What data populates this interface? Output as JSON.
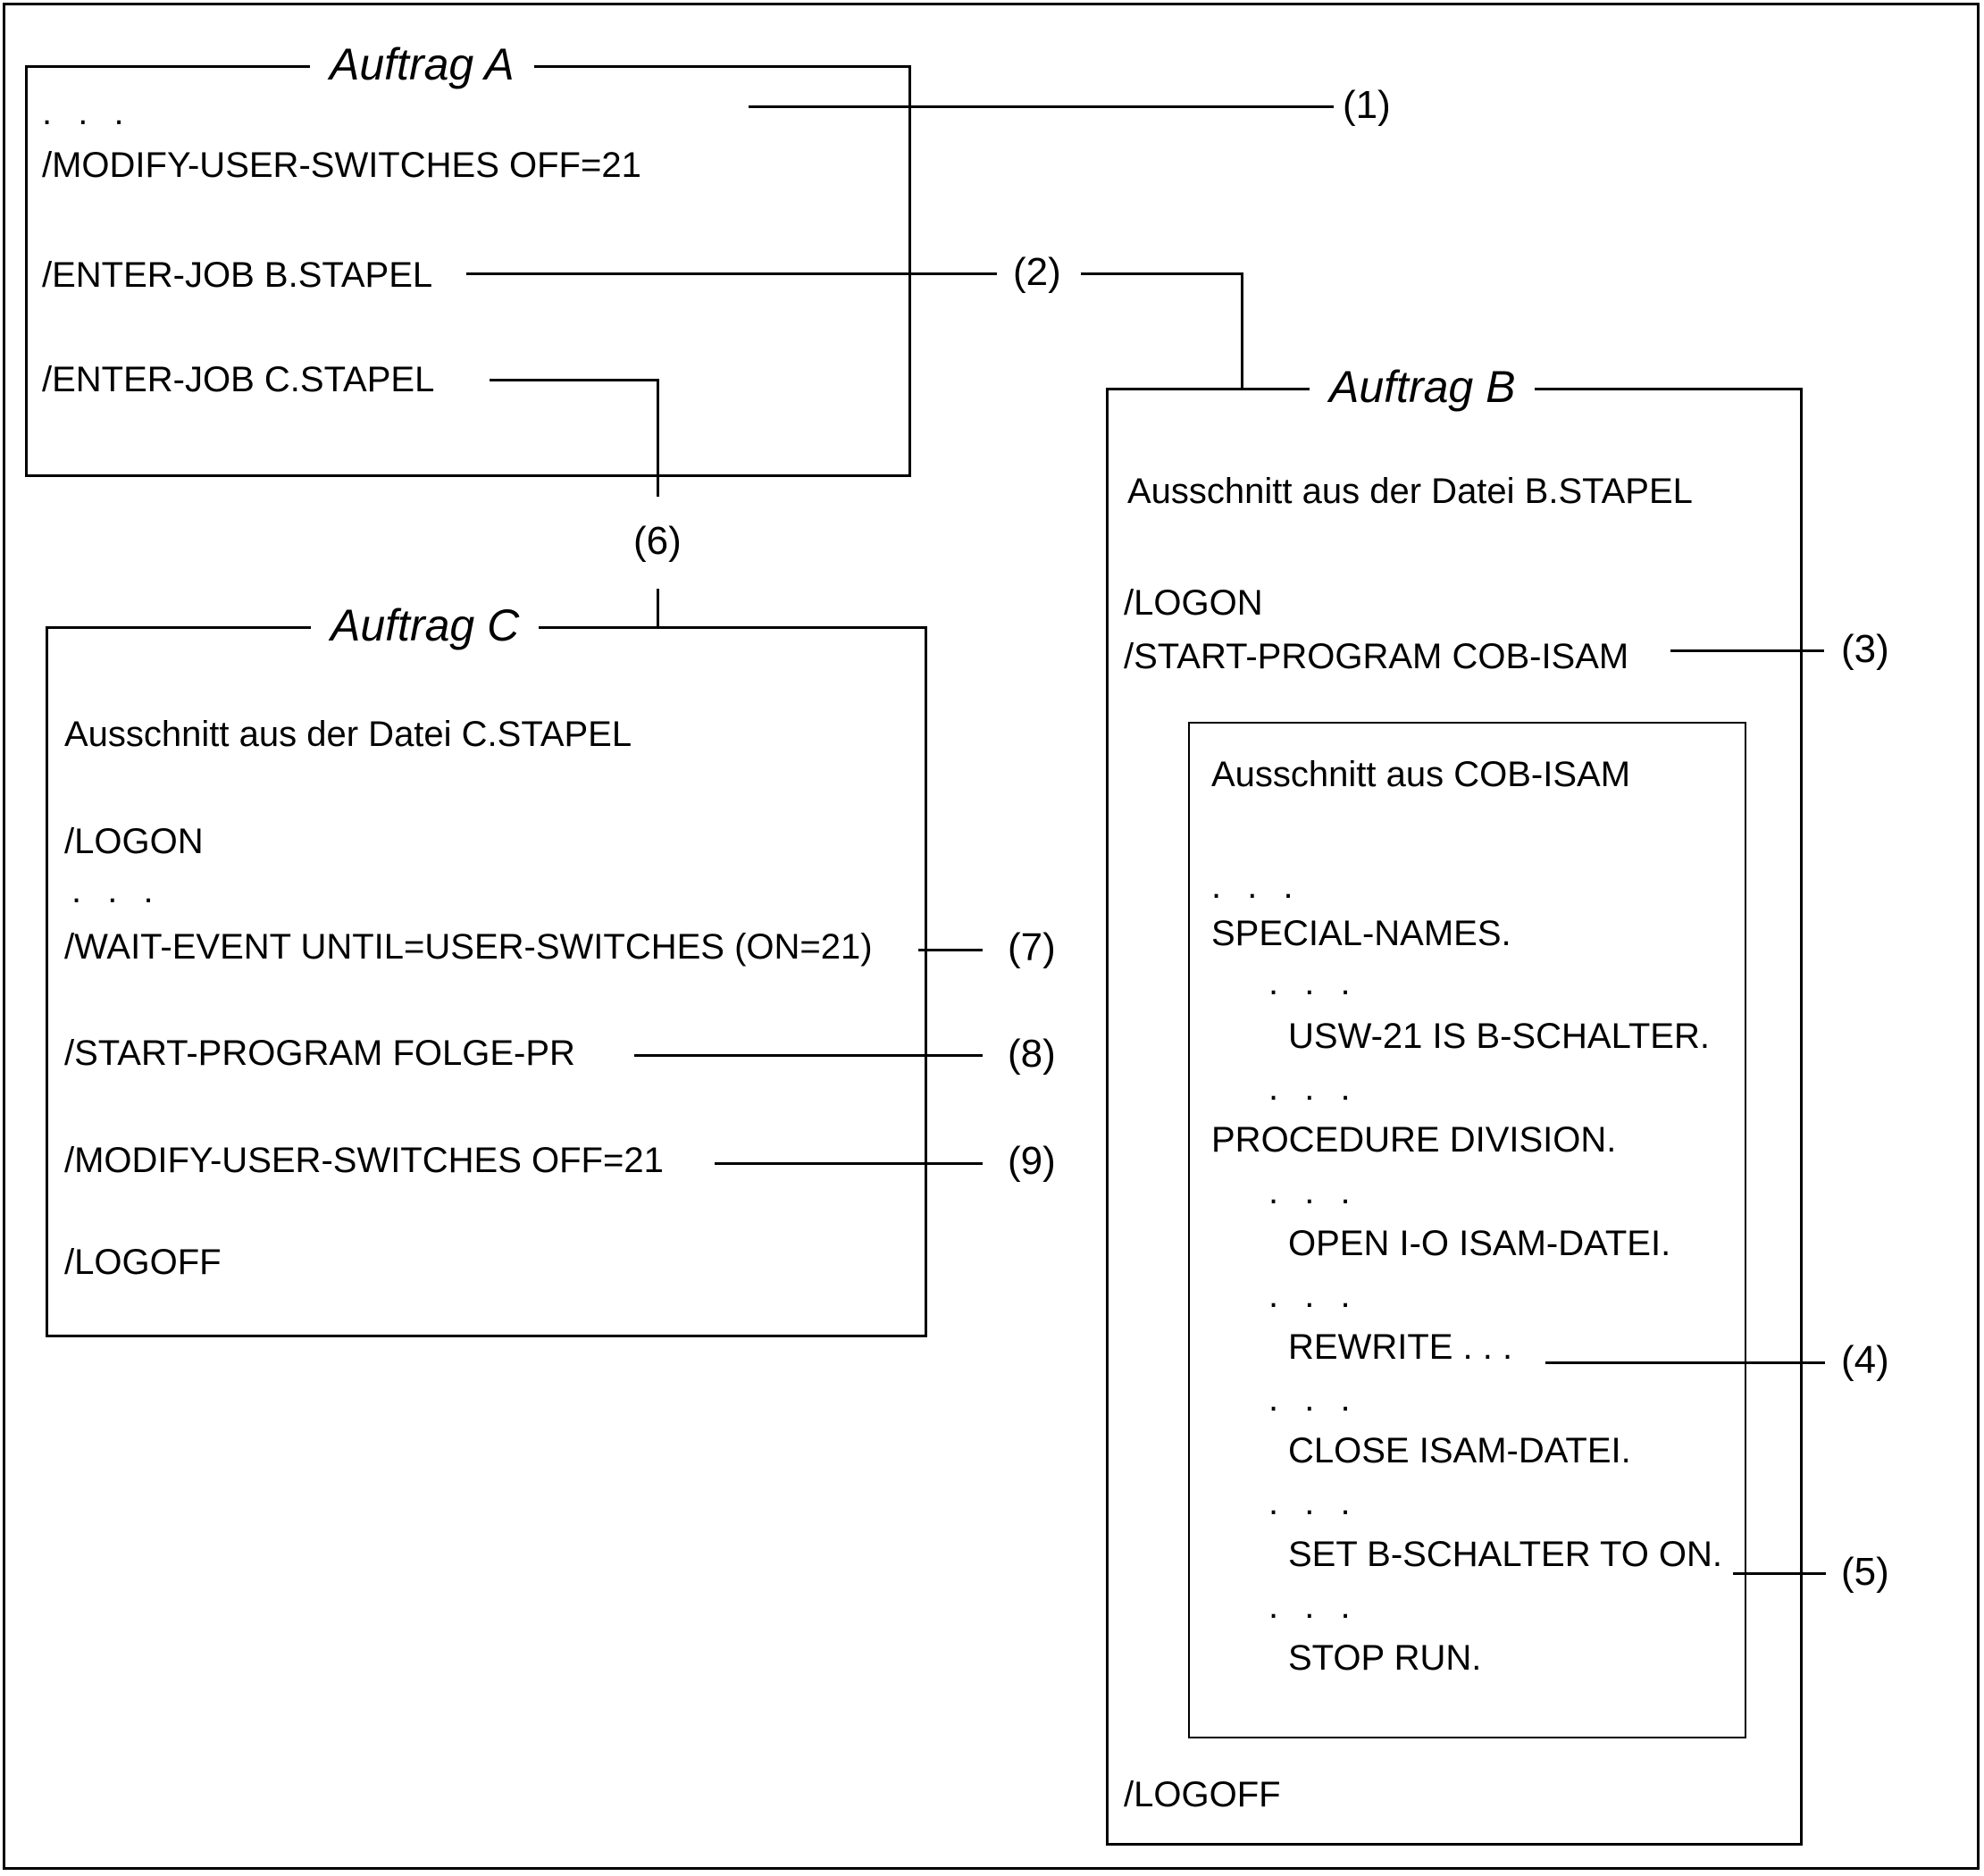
{
  "diagram": {
    "title_a": "Auftrag A",
    "title_b": "Auftrag B",
    "title_c": "Auftrag C",
    "dots": ". . ."
  },
  "auftrag_a": {
    "title": "Auftrag A",
    "lines": [
      ". . .",
      "/MODIFY-USER-SWITCHES OFF=21",
      "/ENTER-JOB B.STAPEL",
      "/ENTER-JOB C.STAPEL"
    ]
  },
  "auftrag_b": {
    "title": "Auftrag B",
    "intro": "Ausschnitt aus der Datei B.STAPEL",
    "logon": "/LOGON",
    "start_program": "/START-PROGRAM COB-ISAM",
    "logoff": "/LOGOFF",
    "cob_isam": {
      "intro": "Ausschnitt aus COB-ISAM",
      "lines": [
        ". . .",
        "SPECIAL-NAMES.",
        ". . .",
        "USW-21 IS B-SCHALTER.",
        ". . .",
        "PROCEDURE DIVISION.",
        ". . .",
        "OPEN I-O ISAM-DATEI.",
        ". . .",
        "REWRITE . . .",
        ". . .",
        "CLOSE ISAM-DATEI.",
        ". . .",
        "SET B-SCHALTER TO ON.",
        ". . .",
        "STOP RUN."
      ]
    }
  },
  "auftrag_c": {
    "title": "Auftrag C",
    "intro": "Ausschnitt aus der Datei C.STAPEL",
    "lines": [
      "/LOGON",
      ". . .",
      "/WAIT-EVENT UNTIL=USER-SWITCHES (ON=21)",
      "/START-PROGRAM FOLGE-PR",
      "/MODIFY-USER-SWITCHES OFF=21",
      "/LOGOFF"
    ]
  },
  "callouts": {
    "c1": "(1)",
    "c2": "(2)",
    "c3": "(3)",
    "c4": "(4)",
    "c5": "(5)",
    "c6": "(6)",
    "c7": "(7)",
    "c8": "(8)",
    "c9": "(9)"
  }
}
